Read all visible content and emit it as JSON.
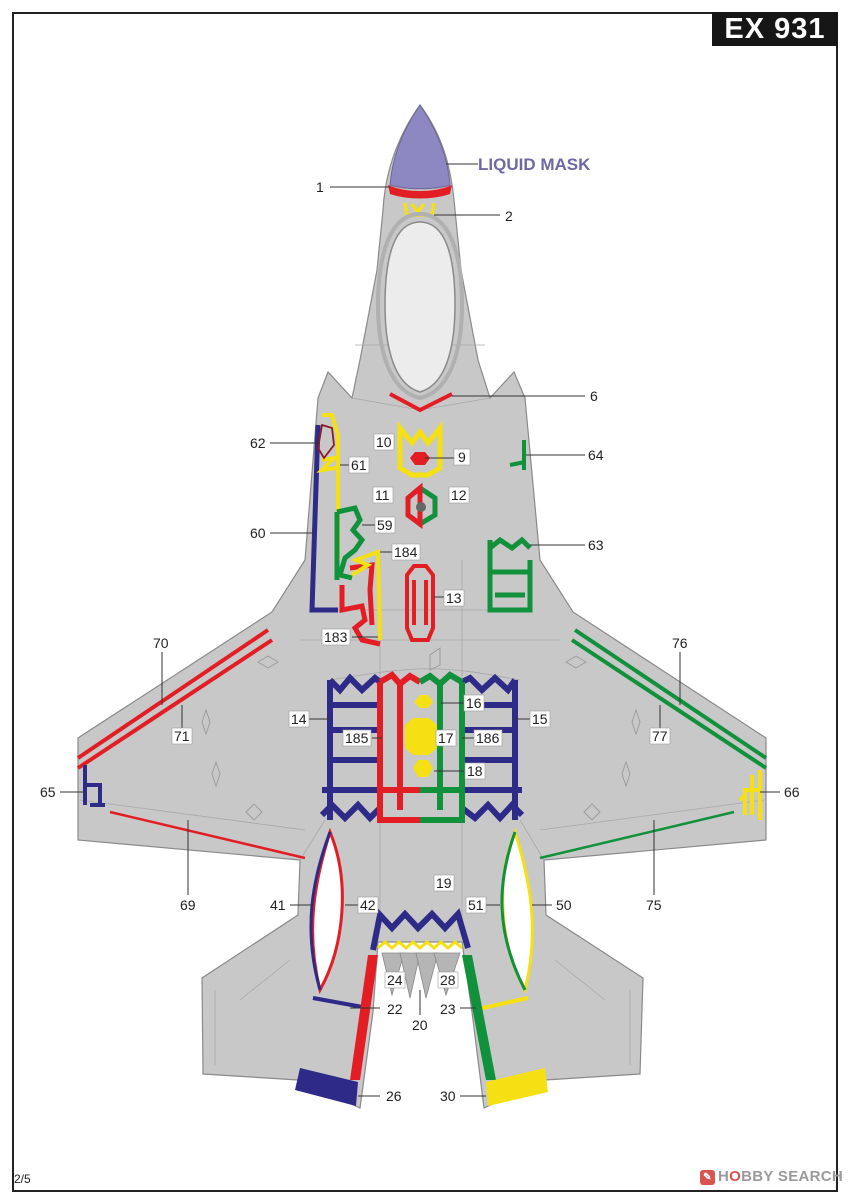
{
  "header": {
    "code": "EX 931"
  },
  "footer": {
    "page": "2/5",
    "brand_prefix": "H",
    "brand_mid": "BBY",
    "brand_suffix": "SEARCH",
    "brand_o": "O"
  },
  "annotation": {
    "liquid_mask": "LIQUID MASK"
  },
  "colors": {
    "mask_blue": "#2e2a87",
    "mask_red": "#e31d24",
    "mask_green": "#11913c",
    "mask_yellow": "#f5e014",
    "liquid_mask": "#8e88c2",
    "airframe": "#c8c8c8",
    "canopy": "#ececec"
  },
  "callouts": {
    "c1": "1",
    "c2": "2",
    "c6": "6",
    "c9": "9",
    "c10": "10",
    "c11": "11",
    "c12": "12",
    "c13": "13",
    "c14": "14",
    "c15": "15",
    "c16": "16",
    "c17": "17",
    "c18": "18",
    "c19": "19",
    "c20": "20",
    "c22": "22",
    "c23": "23",
    "c24": "24",
    "c26": "26",
    "c28": "28",
    "c30": "30",
    "c41": "41",
    "c42": "42",
    "c50": "50",
    "c51": "51",
    "c59": "59",
    "c60": "60",
    "c61": "61",
    "c62": "62",
    "c63": "63",
    "c64": "64",
    "c65": "65",
    "c66": "66",
    "c69": "69",
    "c70": "70",
    "c71": "71",
    "c75": "75",
    "c76": "76",
    "c77": "77",
    "c183": "183",
    "c184": "184",
    "c185": "185",
    "c186": "186"
  }
}
